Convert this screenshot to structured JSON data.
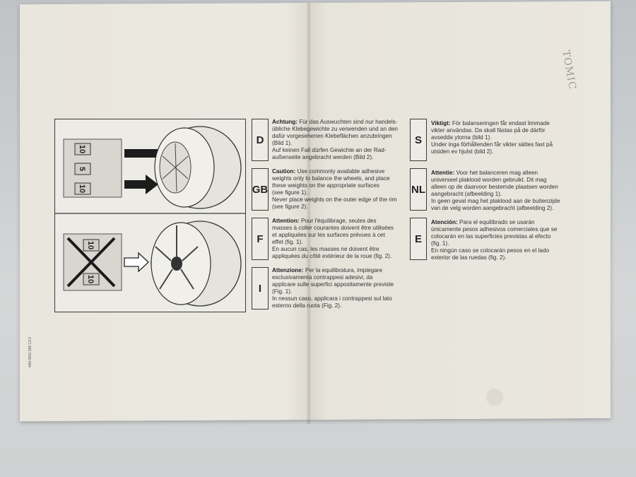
{
  "sections": [
    {
      "code": "D",
      "title": "Achtung:",
      "lines": [
        "Für das Auswuchten sind nur handels-",
        "übliche Klebegewichte zu verwenden und an den",
        "dafür vorgesehenen Klebeflächen anzubringen",
        "(Bild 1).",
        "Auf keinen Fall dürfen Gewichte an der Rad-",
        "außenseite angebracht werden (Bild 2)."
      ]
    },
    {
      "code": "GB",
      "title": "Caution:",
      "lines": [
        "Use commonly available adhesive",
        "weights only to balance the wheels, and place",
        "these weights on the appropriate surfaces",
        "(see figure 1).",
        "Never place weights on the outer edge of the rim",
        "(see figure 2)."
      ]
    },
    {
      "code": "F",
      "title": "Attention:",
      "lines": [
        "Pour l'équilibrage, seules des",
        "masses à coller courantes doivent être utilisées",
        "et appliquées sur les surfaces prévues à cet",
        "effet (fig. 1).",
        "En aucun cas, les masses ne doivent être",
        "appliquées du côté extérieur de la roue (fig. 2)."
      ]
    },
    {
      "code": "I",
      "title": "Attenzione:",
      "lines": [
        "Per la equilibratura, impiegare",
        "esclusivamenta contrappesi adesivi, da",
        "applicare sulle superfici appositamente previste",
        "(Fig. 1).",
        "In nessun caso, applicara i contrappesi sul lato",
        "esterno della ruota (Fig. 2)."
      ]
    },
    {
      "code": "S",
      "title": "Viktigt:",
      "lines": [
        "För balanseringen får endast limmade",
        "vikter användas. Da  skall fästas på de därför",
        "avsedda ytorna (bild 1).",
        "Under inga förhållenden får vikter sättes fast på",
        "utsiden ev hjulst (bild 2)."
      ]
    },
    {
      "code": "NL",
      "title": "Attentie:",
      "lines": [
        "Voor het balanceren mag alleen",
        "universeel plaklood worden gebruikt. Dit mag",
        "alleen op de daarvoor bestemde plaatsen worden",
        "aangebracht (afbeelding 1).",
        "In geen geval mag het plaklood aan de buitenzijde",
        "van de velg worden aangebracht (afbeelding 2)."
      ]
    },
    {
      "code": "E",
      "title": "Atención:",
      "lines": [
        "Para el equilibrado se usarán",
        "únicamente pesos adhesivos comerciales que se",
        "colocarán en las superficies previstas al efecto",
        "(fig. 1).",
        "En ningún caso se colocarán pesos en el lado",
        "exterior de las ruedas (fig. 2)."
      ]
    }
  ],
  "figure": {
    "weight_labels_top": [
      "10",
      "5",
      "10"
    ],
    "weight_labels_bottom": [
      "10",
      "10"
    ]
  },
  "side_code": "4A0 0601 399 C3 0",
  "pencil_note": "TOMIC",
  "colors": {
    "paper": "#e9e6de",
    "ink": "#333333",
    "lines": "#3a3a3a"
  }
}
